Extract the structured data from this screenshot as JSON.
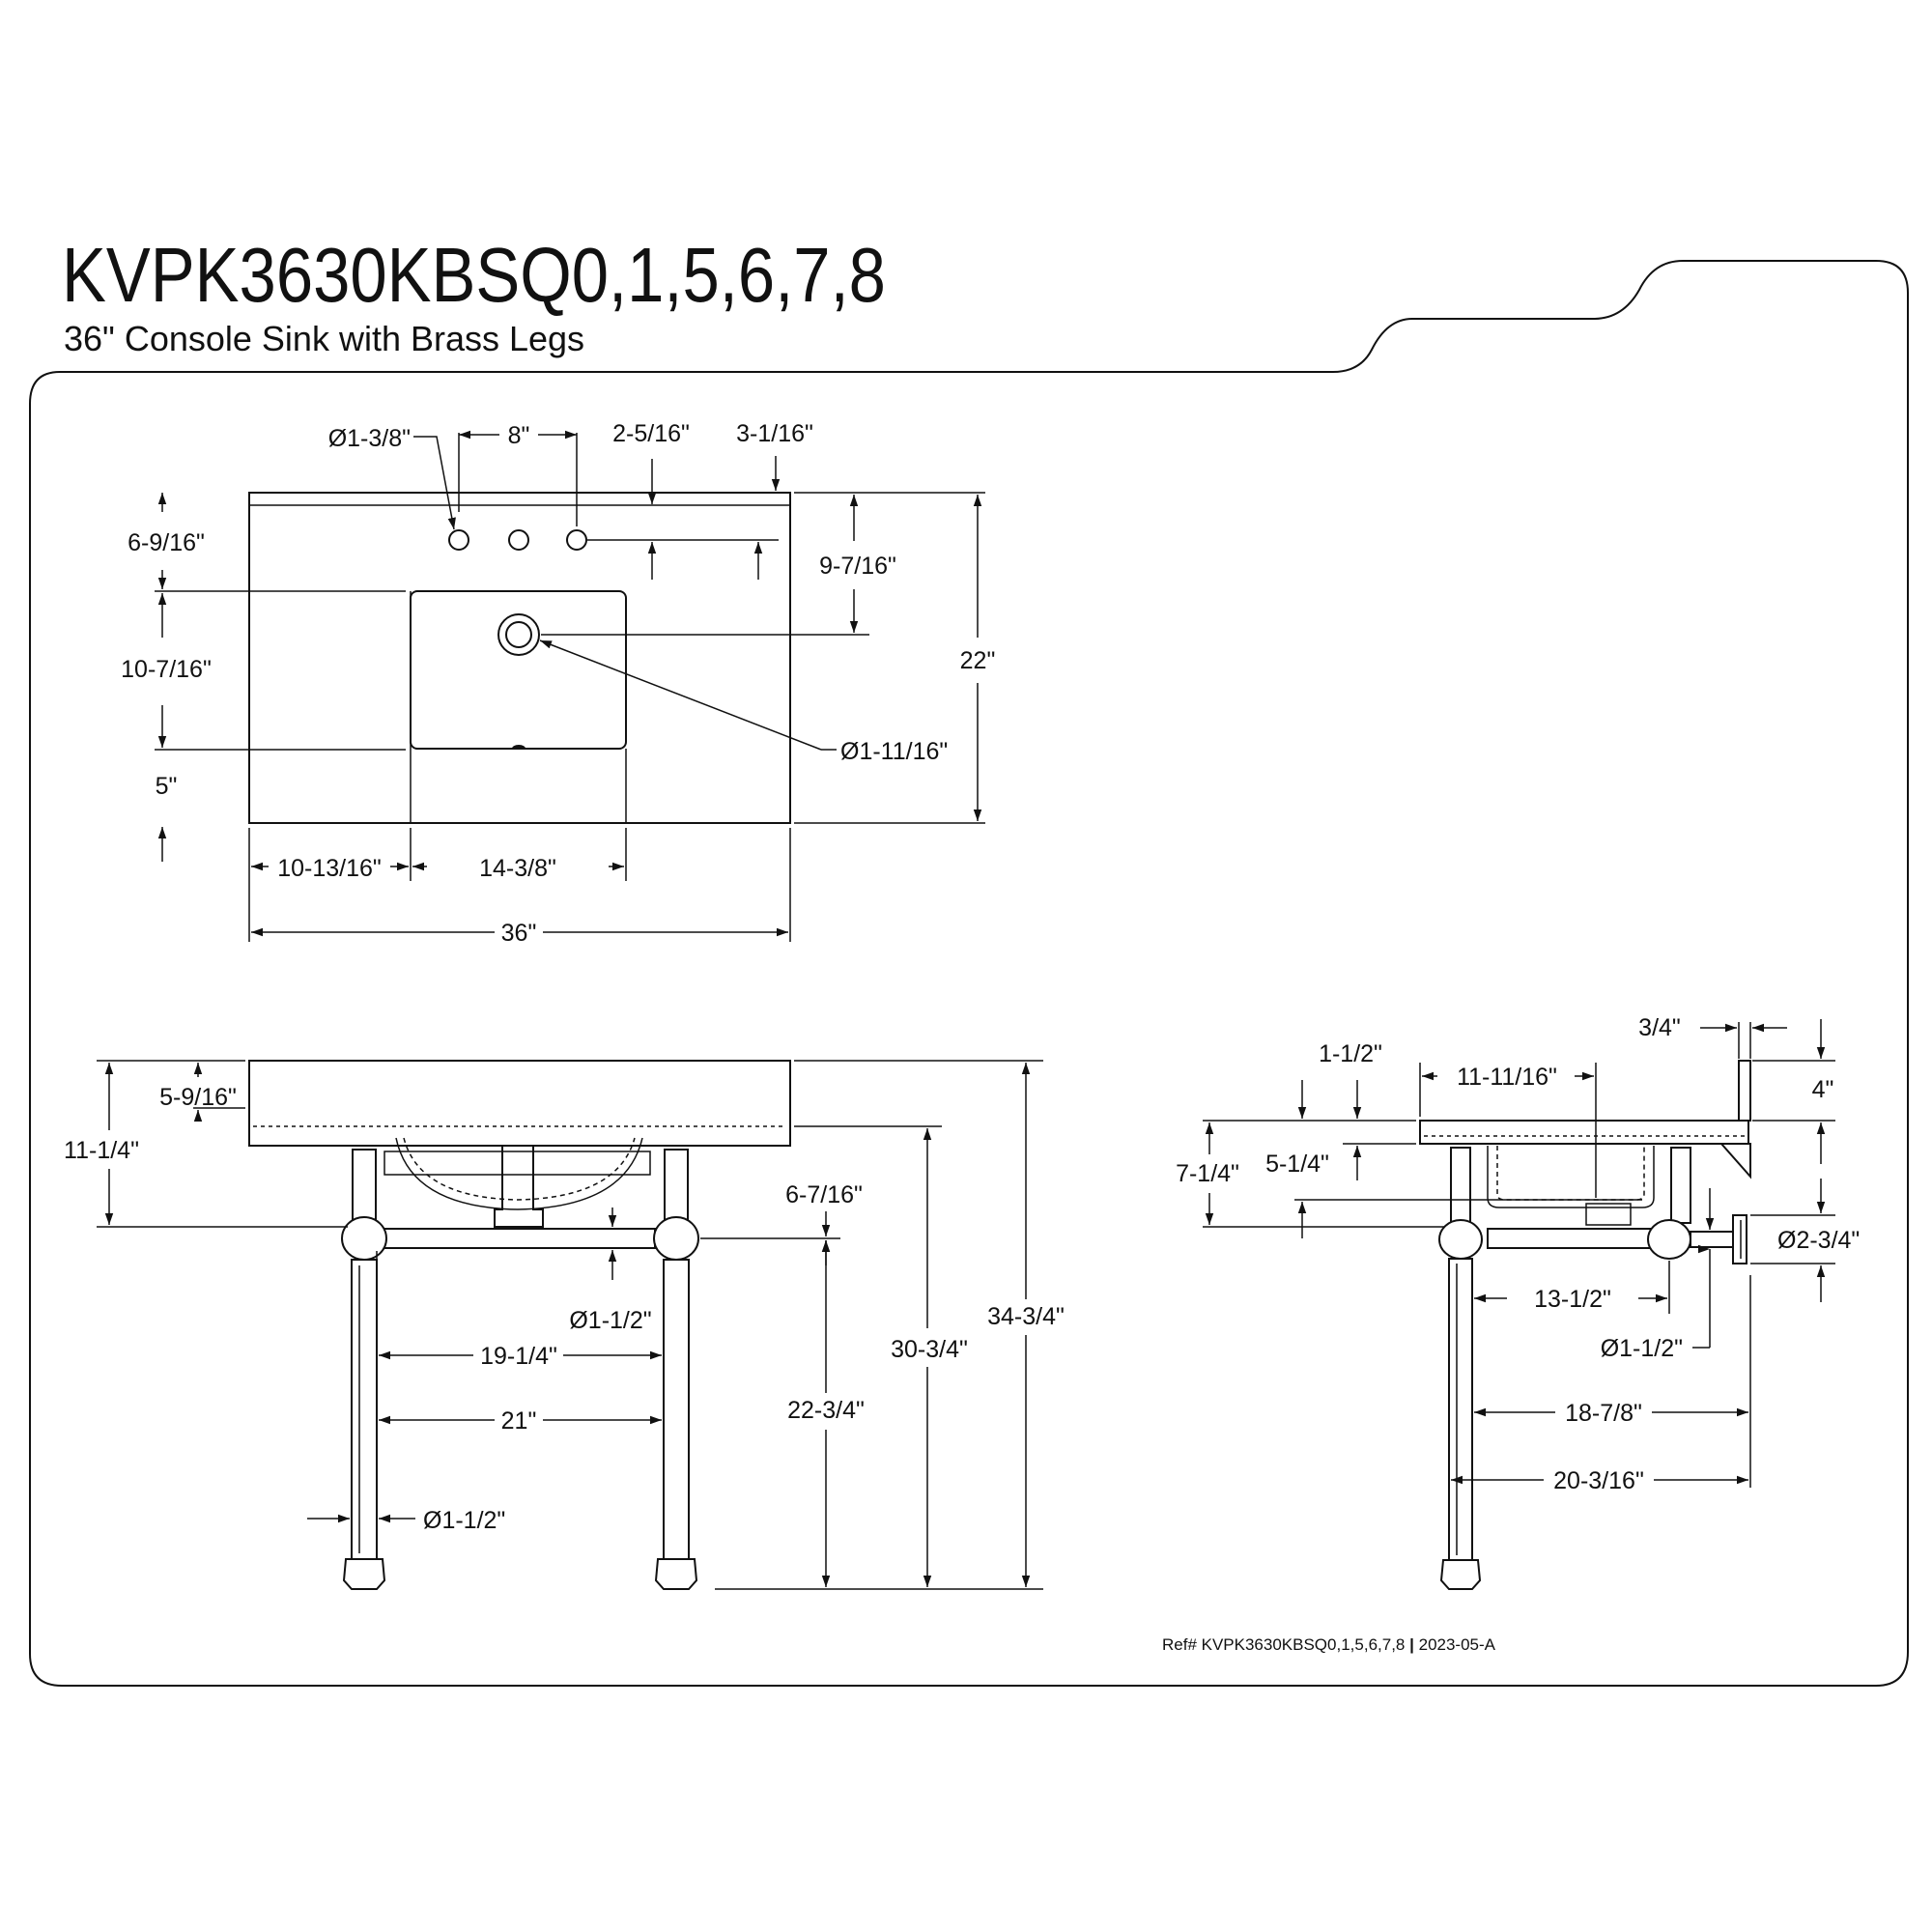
{
  "header": {
    "model": "KVPK3630KBSQ0,1,5,6,7,8",
    "description": "36\" Console Sink with Brass Legs"
  },
  "footer": {
    "ref_prefix": "Ref# KVPK3630KBSQ0,1,5,6,7,8",
    "ref_separator": "|",
    "ref_rev": "2023-05-A"
  },
  "top_view": {
    "faucet_hole_dia": "Ø1-3/8\"",
    "faucet_spread": "8\"",
    "back_to_hole": "2-5/16\"",
    "backsplash_depth": "3-1/16\"",
    "left_to_bowl_front": "6-9/16\"",
    "bowl_length": "10-7/16\"",
    "front_margin": "5\"",
    "back_to_drain": "9-7/16\"",
    "overall_depth": "22\"",
    "drain_dia": "Ø1-11/16\"",
    "left_to_bowl": "10-13/16\"",
    "bowl_width": "14-3/8\"",
    "overall_width": "36\""
  },
  "front_view": {
    "top_thickness": "5-9/16\"",
    "top_to_rail": "11-1/4\"",
    "rail_to_top": "6-7/16\"",
    "rail_dia": "Ø1-1/2\"",
    "inner_leg_span": "19-1/4\"",
    "outer_leg_span": "21\"",
    "rail_height": "22-3/4\"",
    "under_top_height": "30-3/4\"",
    "overall_height": "34-3/4\"",
    "leg_dia": "Ø1-1/2\""
  },
  "side_view": {
    "backsplash_thickness": "3/4\"",
    "top_edge": "1-1/2\"",
    "front_to_bowl": "11-11/16\"",
    "backsplash_height": "4\"",
    "bowl_depth_inner": "5-1/4\"",
    "bowl_depth": "7-1/4\"",
    "flange_dia": "Ø2-3/4\"",
    "leg_to_rail_end": "13-1/2\"",
    "rail_dia": "Ø1-1/2\"",
    "leg_to_wall": "18-7/8\"",
    "leg_outer_to_wall": "20-3/16\""
  }
}
